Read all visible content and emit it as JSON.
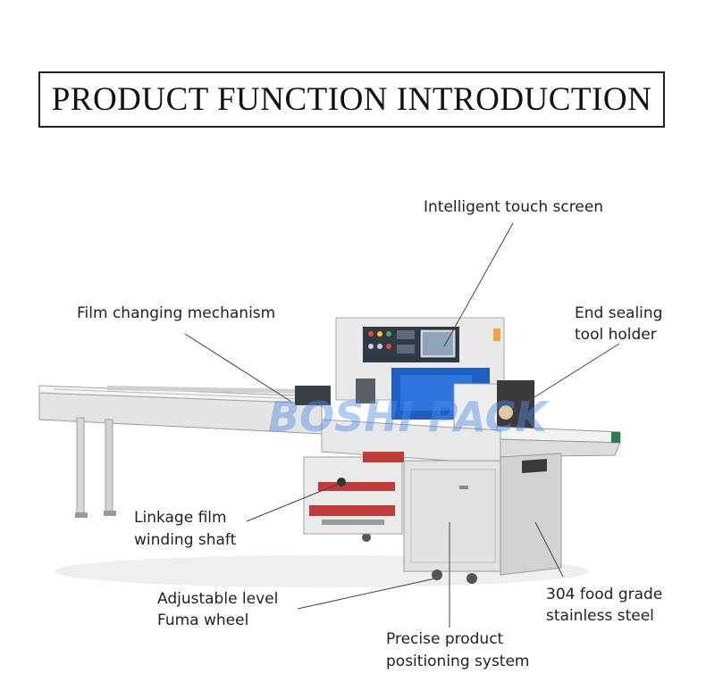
{
  "title": "PRODUCT FUNCTION INTRODUCTION",
  "watermark": "BOSHI PACK",
  "labels": {
    "touch_screen": "Intelligent touch screen",
    "film_changing": "Film changing mechanism",
    "end_sealing_1": "End sealing",
    "end_sealing_2": "tool holder",
    "linkage_1": "Linkage film",
    "linkage_2": "winding shaft",
    "adjustable_1": "Adjustable level",
    "adjustable_2": "Fuma wheel",
    "steel_1": "304 food grade",
    "steel_2": "stainless steel",
    "positioning_1": "Precise product",
    "positioning_2": "positioning system"
  },
  "colors": {
    "machine_body": "#e6e6e6",
    "machine_shadow": "#b9b9b9",
    "accent_blue": "#1f5fc4",
    "panel_dark": "#2f3a44",
    "screen": "#8fa4b8",
    "roller_red": "#c23b3b"
  }
}
